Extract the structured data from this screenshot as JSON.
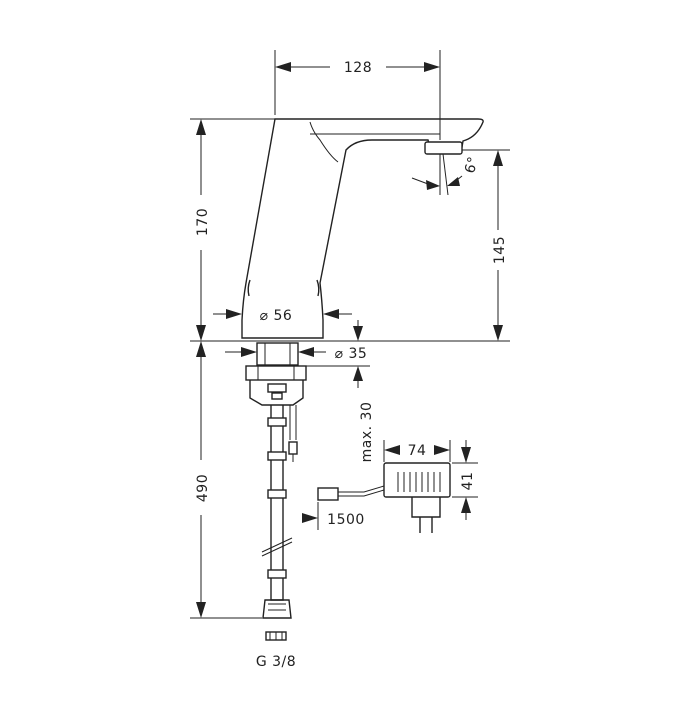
{
  "drawing": {
    "dimensions": {
      "spout_reach": "128",
      "total_height": "170",
      "spout_height": "145",
      "spray_angle": "6°",
      "body_diameter": "⌀ 56",
      "hole_diameter": "⌀ 35",
      "max_counter_thickness": "max. 30",
      "hose_length": "490",
      "cable_length": "1500",
      "adapter_width": "74",
      "adapter_height": "41",
      "connection_thread": "G 3/8"
    },
    "colors": {
      "line": "#222222",
      "background": "#ffffff"
    }
  }
}
